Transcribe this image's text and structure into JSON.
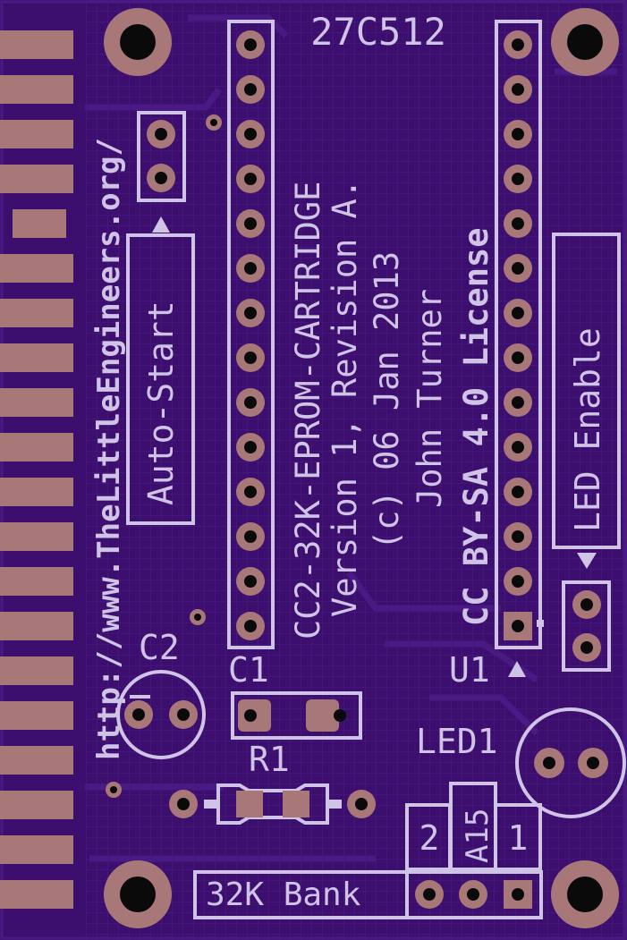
{
  "board": {
    "chip_label": "27C512",
    "url_text": "http://www.TheLittleEngineers.org/",
    "title_lines": [
      "CC2-32K-EPROM-CARTRIDGE",
      "Version 1, Revision A.",
      "(c) 06 Jan 2013",
      "John Turner",
      "CC BY-SA 4.0 License"
    ],
    "auto_start_label": "Auto-Start",
    "led_enable_label": "LED Enable",
    "c2_label": "C2",
    "c1_label": "C1",
    "r1_label": "R1",
    "u1_label": "U1",
    "led1_label": "LED1",
    "bank_label": "32K Bank",
    "jumper_labels": [
      "2",
      "A15",
      "1"
    ]
  },
  "colors": {
    "board": "#3c0f6e",
    "silkscreen": "#cfc3e6",
    "copper_pad": "#a87878",
    "trace": "#4a1a84"
  }
}
